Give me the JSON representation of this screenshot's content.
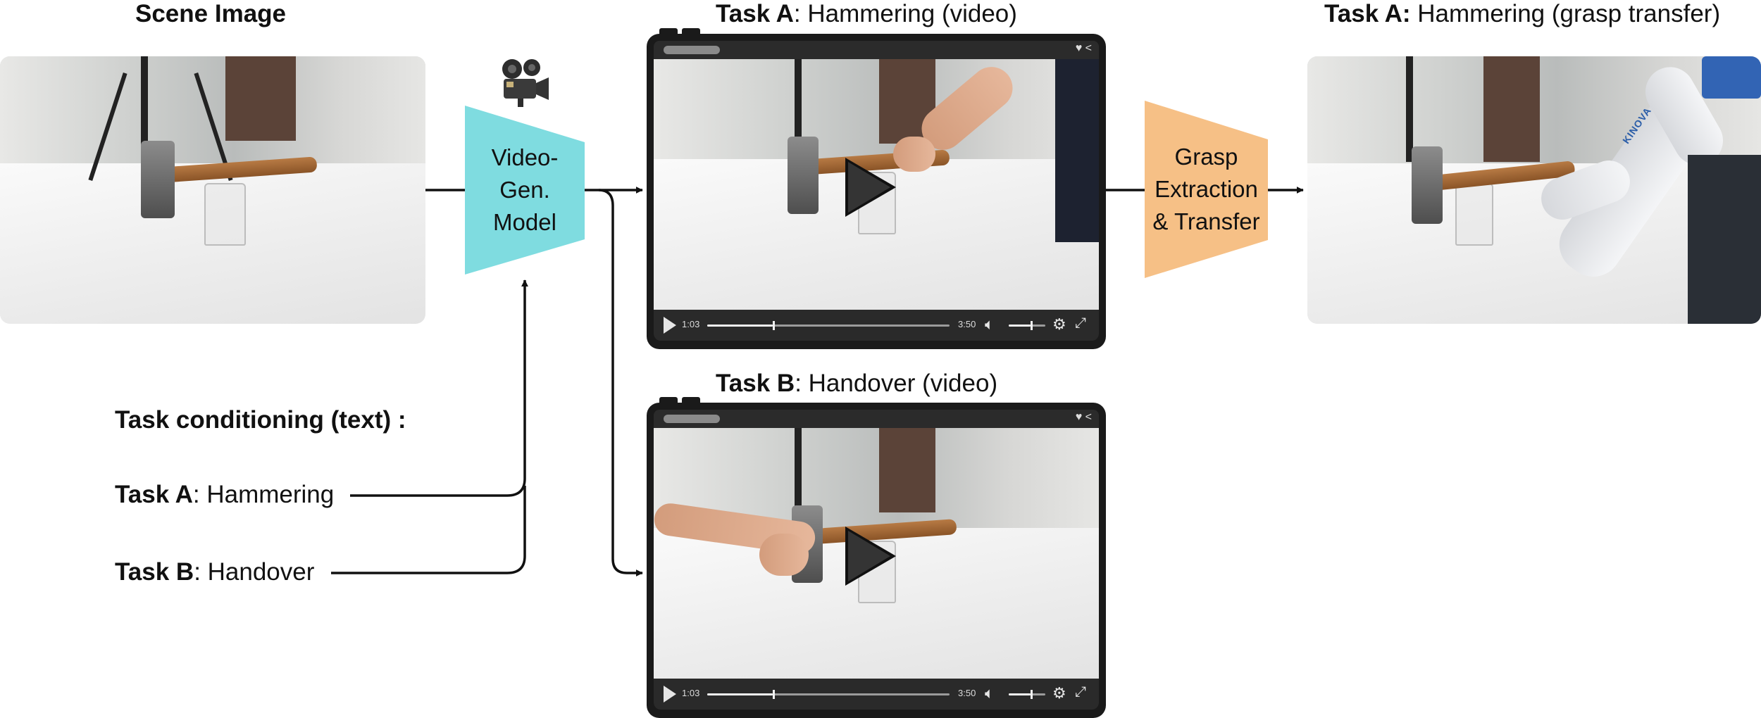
{
  "titles": {
    "scene": "Scene Image",
    "taskA_video_bold": "Task A",
    "taskA_video_rest": ": Hammering (video)",
    "taskB_video_bold": "Task B",
    "taskB_video_rest": ": Handover (video)",
    "transfer_bold": "Task A:",
    "transfer_rest": " Hammering (grasp transfer)"
  },
  "blocks": {
    "video_model": "Video-\nGen.\nModel",
    "grasp": "Grasp\nExtraction\n& Transfer"
  },
  "conditioning": {
    "heading": "Task conditioning (text) :",
    "taskA_bold": "Task A",
    "taskA_rest": ": Hammering",
    "taskB_bold": "Task B",
    "taskB_rest": ": Handover"
  },
  "player": {
    "current_time": "1:03",
    "duration": "3:50",
    "progress_fraction": 0.27,
    "volume_fraction": 0.6
  },
  "robot_brand": "KINOVA",
  "colors": {
    "video_model": "#7fdce0",
    "grasp": "#f6c086",
    "line": "#111111"
  },
  "icons": [
    "video-camera-icon",
    "play-icon",
    "volume-icon",
    "settings-icon",
    "fullscreen-icon",
    "heart-icon",
    "share-icon"
  ]
}
